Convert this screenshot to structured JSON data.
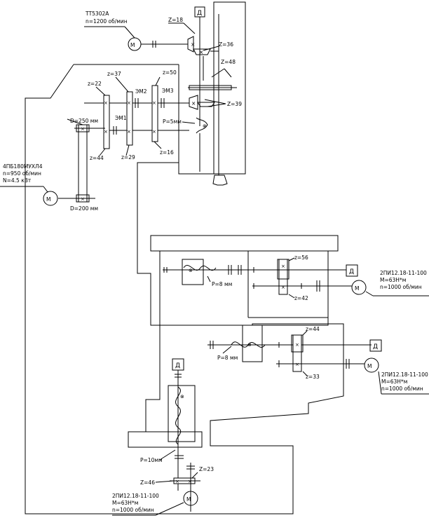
{
  "motor_main": {
    "model": "ТТ5302А",
    "speed": "n=1200 об/мин",
    "symbol": "М"
  },
  "motor_drive": {
    "model": "4ПБ180МУХЛ4",
    "speed": "n=950 об/мин",
    "power": "N=4.5 кВт",
    "symbol": "М"
  },
  "motor_right_1": {
    "model": "2ПИ12.18-11-100",
    "torque": "М=63Н*м",
    "speed": "n=1000 об/мин",
    "symbol": "М"
  },
  "motor_right_2": {
    "model": "2ПИ12.18-11-100",
    "torque": "М=63Н*м",
    "speed": "n=1000 об/мин",
    "symbol": "М"
  },
  "motor_bottom": {
    "model": "2ПИ12.18-11-100",
    "torque": "М=63Н*м",
    "speed": "n=1000 об/мин",
    "symbol": "М"
  },
  "sensor_label": "Д",
  "gears": {
    "z18": "Z=18",
    "z36": "Z=36",
    "z48": "Z=48",
    "z39": "Z=39",
    "z22": "z=22",
    "z37": "z=37",
    "z50": "z=50",
    "z44": "z=44",
    "z29": "z=29",
    "z16": "z=16",
    "z56": "z=56",
    "z42": "z=42",
    "z44b": "z=44",
    "z33": "z=33",
    "z23": "Z=23",
    "z46": "Z=46"
  },
  "pulleys": {
    "d1": "D=250 мм",
    "d2": "D=200 мм"
  },
  "clutches": {
    "em1": "ЭМ1",
    "em2": "ЭМ2",
    "em3": "ЭМ3"
  },
  "screws": {
    "p5": "Р=5мм",
    "p8a": "Р=8 мм",
    "p8b": "Р=8 мм",
    "p10": "Р=10мм"
  }
}
